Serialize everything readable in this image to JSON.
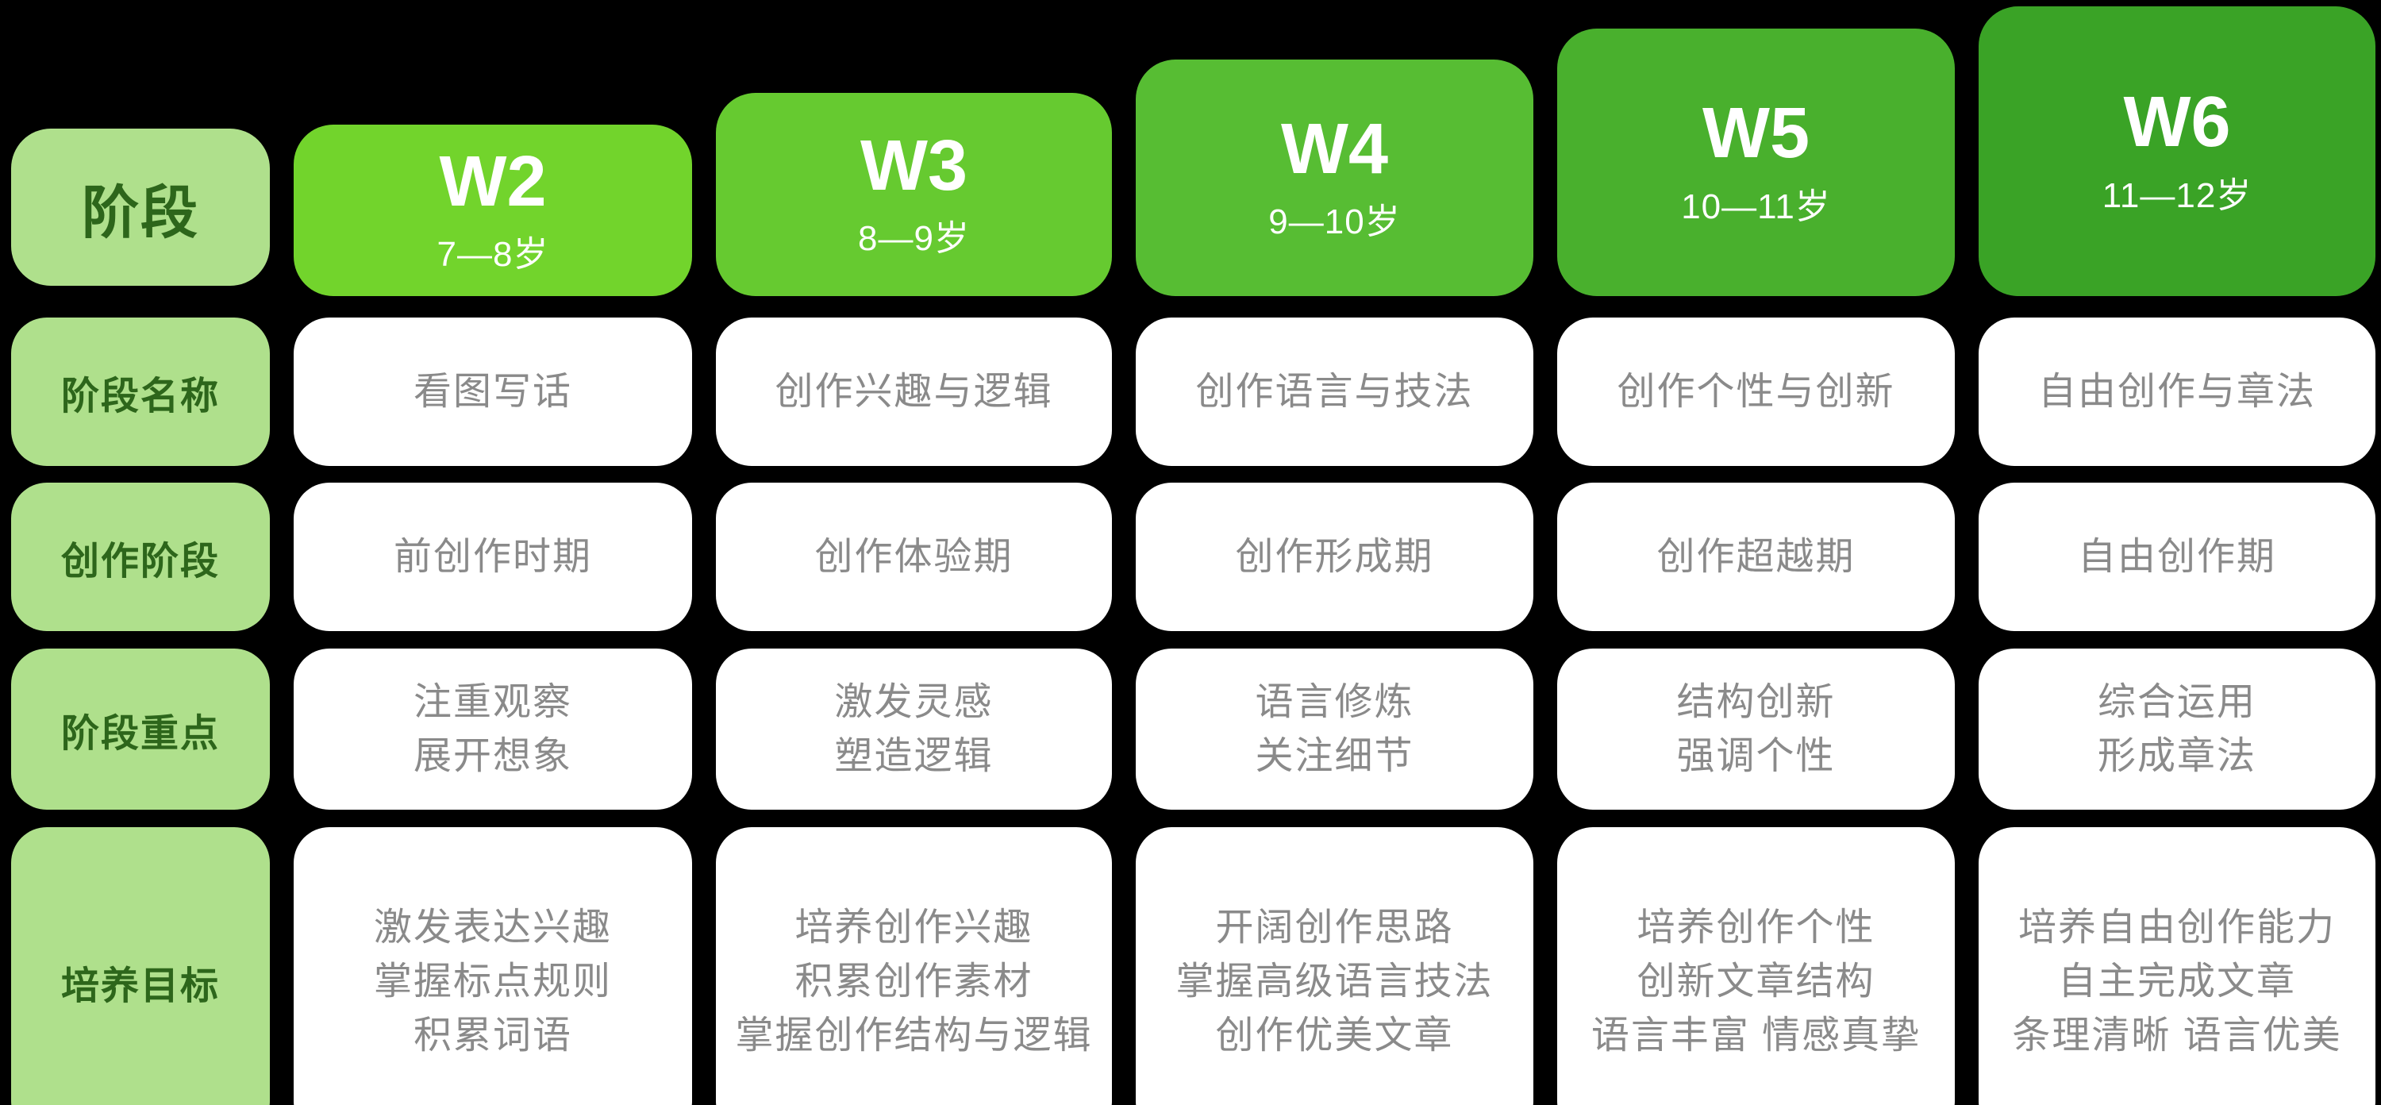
{
  "table": {
    "corner_label": "阶段",
    "columns": [
      {
        "label": "W2",
        "age": "7—8岁",
        "color": "#72d42c"
      },
      {
        "label": "W3",
        "age": "8—9岁",
        "color": "#66ca30"
      },
      {
        "label": "W4",
        "age": "9—10岁",
        "color": "#57bd33"
      },
      {
        "label": "W5",
        "age": "10—11岁",
        "color": "#49b02d"
      },
      {
        "label": "W6",
        "age": "11—12岁",
        "color": "#3aa326"
      }
    ],
    "rows": [
      {
        "label": "阶段名称",
        "cells": [
          "看图写话",
          "创作兴趣与逻辑",
          "创作语言与技法",
          "创作个性与创新",
          "自由创作与章法"
        ]
      },
      {
        "label": "创作阶段",
        "cells": [
          "前创作时期",
          "创作体验期",
          "创作形成期",
          "创作超越期",
          "自由创作期"
        ]
      },
      {
        "label": "阶段重点",
        "cells": [
          "注重观察\n展开想象",
          "激发灵感\n塑造逻辑",
          "语言修炼\n关注细节",
          "结构创新\n强调个性",
          "综合运用\n形成章法"
        ]
      },
      {
        "label": "培养目标",
        "cells": [
          "激发表达兴趣\n掌握标点规则\n积累词语",
          "培养创作兴趣\n积累创作素材\n掌握创作结构与逻辑",
          "开阔创作思路\n掌握高级语言技法\n创作优美文章",
          "培养创作个性\n创新文章结构\n语言丰富 情感真挚",
          "培养自由创作能力\n自主完成文章\n条理清晰 语言优美"
        ]
      }
    ],
    "colors": {
      "background": "#000000",
      "label_box_bg": "#afe08c",
      "label_text": "#2d661b",
      "header_text": "#ffffff",
      "cell_bg": "#ffffff",
      "cell_text": "#8a8a8a"
    }
  }
}
